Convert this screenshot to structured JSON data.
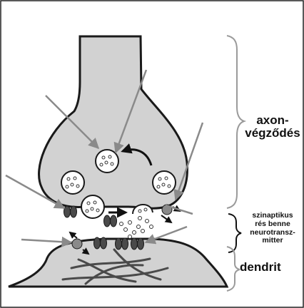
{
  "labels": {
    "axon_line1": "axon-",
    "axon_line2": "végződés",
    "cleft_line1": "szinaptikus",
    "cleft_line2": "rés benne",
    "cleft_line3": "neurotransz-",
    "cleft_line4": "mitter",
    "dendrit": "dendrit"
  },
  "colors": {
    "cell_fill": "#d2d2d2",
    "outline": "#1a1a1a",
    "pointer_arrow": "#8a8a8a",
    "receptor": "#4a4a4a",
    "brace": "#9a9a9a"
  }
}
